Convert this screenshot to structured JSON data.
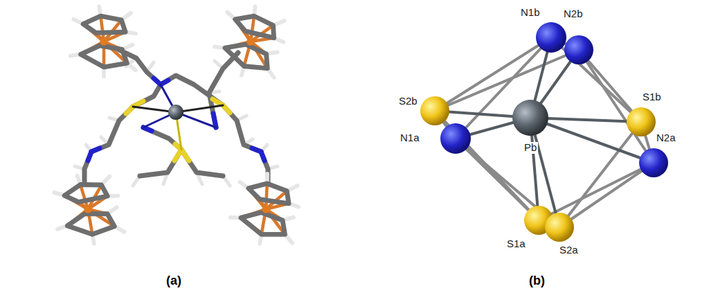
{
  "diagram": {
    "labels": [
      "(a)",
      "(b)",
      "N1b",
      "N2b",
      "S2b",
      "S1b",
      "N1a",
      "Pb",
      "N2a",
      "S1a",
      "S2a"
    ]
  }
}
